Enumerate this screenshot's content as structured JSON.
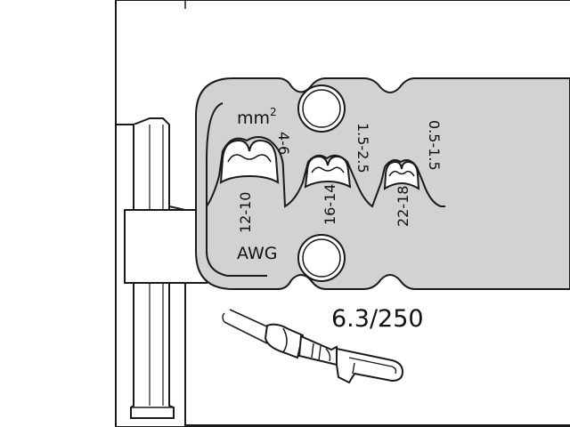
{
  "colors": {
    "die_fill": "#d2d2d2",
    "line": "#1a1a1a",
    "background": "#ffffff"
  },
  "labels": {
    "unit_mm_base": "mm",
    "unit_mm_exp": "2",
    "unit_awg": "AWG",
    "terminal_size": "6.3/250"
  },
  "slots": [
    {
      "mm2": "4-6",
      "awg": "12-10"
    },
    {
      "mm2": "1.5-2.5",
      "awg": "16-14"
    },
    {
      "mm2": "0.5-1.5",
      "awg": "22-18"
    }
  ]
}
